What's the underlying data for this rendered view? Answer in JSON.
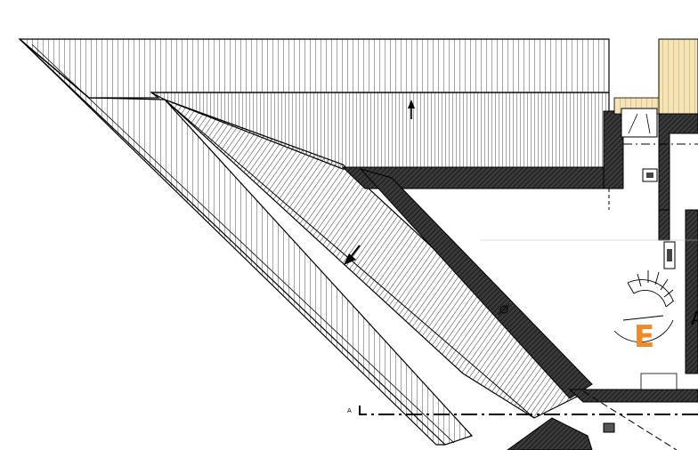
{
  "drawing": {
    "zone_label": "E",
    "section_marker": "A",
    "edge_label": "A",
    "colors": {
      "line": "#000000",
      "wall": "#2a2a2a",
      "zone_accent": "#f08a24",
      "roof_light": "#f7e4b4",
      "paper": "#ffffff"
    }
  }
}
